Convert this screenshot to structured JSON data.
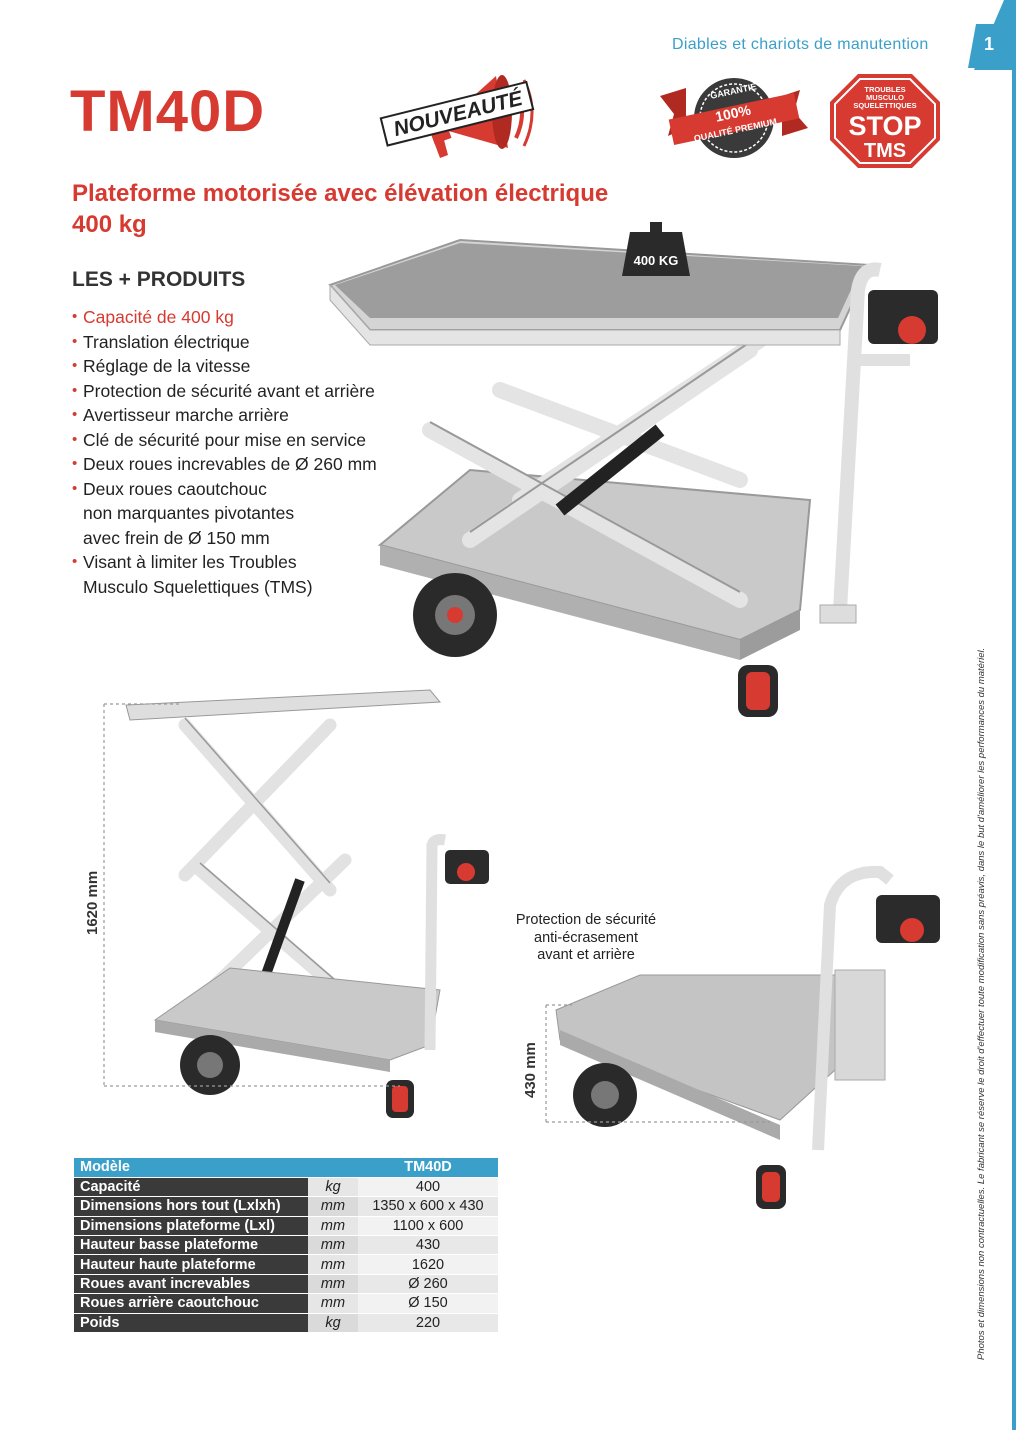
{
  "header": {
    "category": "Diables et chariots de manutention",
    "page_number": "1"
  },
  "product": {
    "title": "TM40D",
    "subtitle_line1": "Plateforme motorisée avec élévation électrique",
    "subtitle_line2": "400 kg"
  },
  "badges": {
    "nouveaute": "NOUVEAUTÉ",
    "garantie_top": "GARANTIE",
    "garantie_pct": "100%",
    "garantie_bottom": "QUALITÉ PREMIUM",
    "stop_top1": "TROUBLES",
    "stop_top2": "MUSCULO",
    "stop_top3": "SQUELETTIQUES",
    "stop_main": "STOP",
    "stop_sub": "TMS"
  },
  "weight_badge": "400 KG",
  "features_heading": "LES + PRODUITS",
  "features": [
    {
      "text": "Capacité de 400 kg",
      "highlight": true
    },
    {
      "text": "Translation électrique"
    },
    {
      "text": "Réglage de la vitesse"
    },
    {
      "text": "Protection de sécurité avant et arrière"
    },
    {
      "text": "Avertisseur marche arrière"
    },
    {
      "text": "Clé de sécurité pour mise en service"
    },
    {
      "text": "Deux roues increvables de Ø 260 mm"
    },
    {
      "lines": [
        "Deux roues caoutchouc",
        "non marquantes pivotantes",
        "avec frein de Ø 150 mm"
      ]
    },
    {
      "lines": [
        "Visant à limiter les Troubles",
        "Musculo Squelettiques (TMS)"
      ]
    }
  ],
  "dimensions": {
    "high": "1620 mm",
    "low": "430 mm"
  },
  "safety_note": {
    "line1": "Protection de sécurité",
    "line2": "anti-écrasement",
    "line3": "avant et arrière"
  },
  "spec_table": {
    "headers": [
      "Modèle",
      "",
      "TM40D"
    ],
    "rows": [
      [
        "Capacité",
        "kg",
        "400"
      ],
      [
        "Dimensions hors tout (Lxlxh)",
        "mm",
        "1350 x 600 x 430"
      ],
      [
        "Dimensions plateforme (Lxl)",
        "mm",
        "1100 x 600"
      ],
      [
        "Hauteur basse plateforme",
        "mm",
        "430"
      ],
      [
        "Hauteur haute plateforme",
        "mm",
        "1620"
      ],
      [
        "Roues avant increvables",
        "mm",
        "Ø 260"
      ],
      [
        "Roues arrière caoutchouc",
        "mm",
        "Ø 150"
      ],
      [
        "Poids",
        "kg",
        "220"
      ]
    ]
  },
  "side_note": "Photos et dimensions non contractuelles. Le fabricant se réserve le droit d'effectuer toute modification sans préavis, dans le but d'améliorer les performances du matériel.",
  "colors": {
    "accent_red": "#d63a30",
    "accent_blue": "#3aa0c9",
    "table_dark": "#3a3a3a"
  }
}
